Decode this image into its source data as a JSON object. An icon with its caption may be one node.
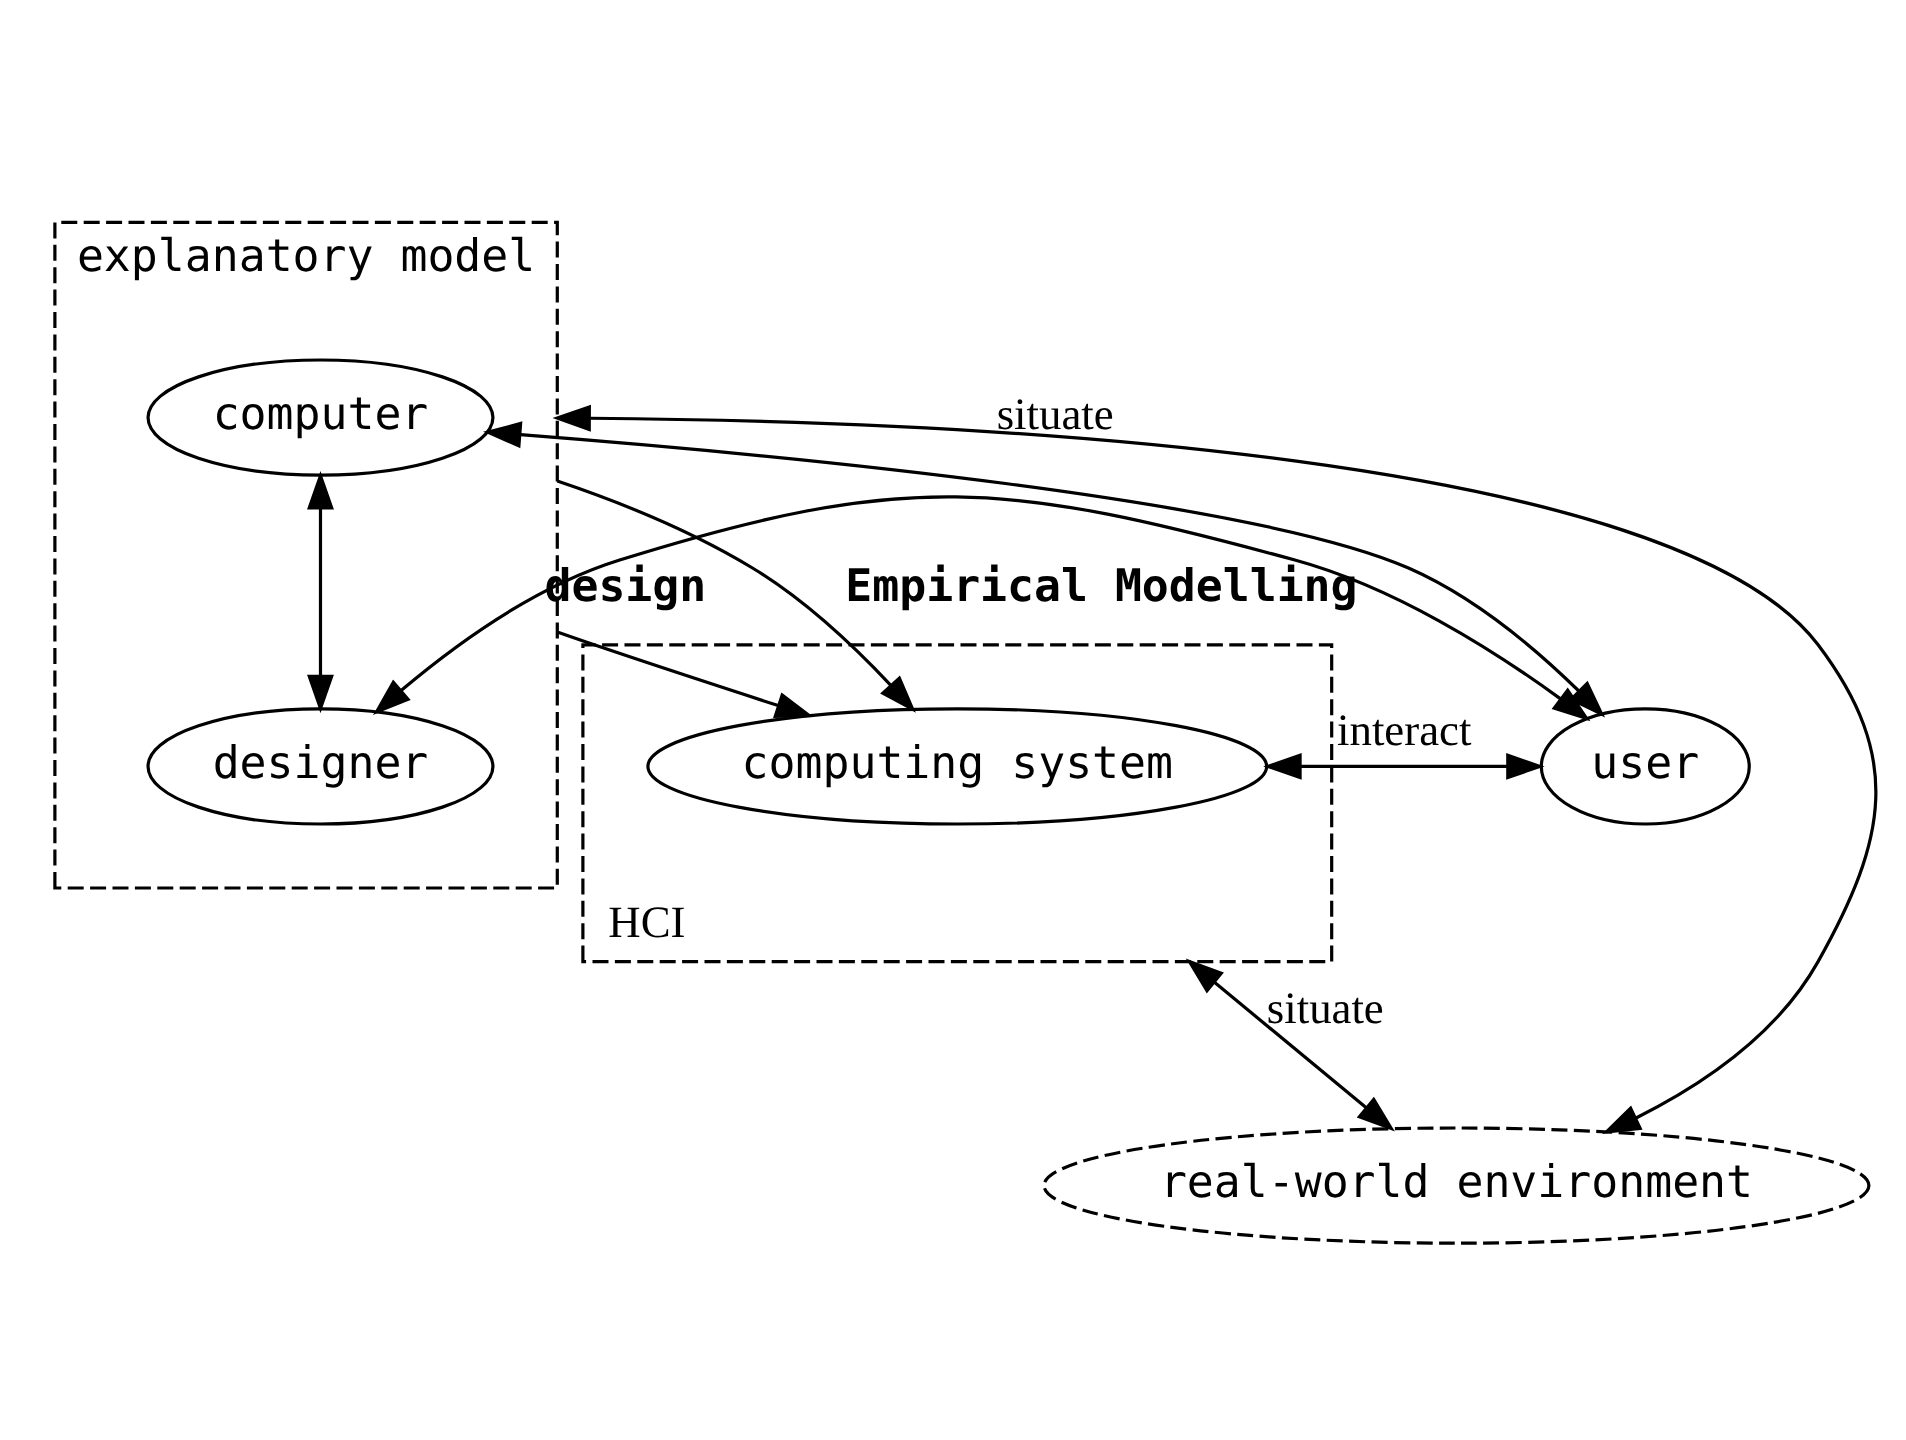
{
  "diagram": {
    "nodes": [
      {
        "text": [
          "explanatory model"
        ]
      },
      {
        "text": [
          "computer"
        ],
        "in": 0
      },
      {
        "text": [
          "HCI"
        ]
      },
      {
        "text": [
          "computing system"
        ],
        "in": 2
      },
      {
        "text": [
          "user"
        ]
      },
      {
        "text": [
          "designer"
        ],
        "in": 0
      },
      {
        "text": [
          "real-world environment"
        ]
      }
    ],
    "edges": [
      {
        "from": 0,
        "to": 3,
        "arrow": "to",
        "label": "design"
      },
      {
        "from": 0,
        "to": 3,
        "arrow": "to",
        "label": "Empirical Modelling"
      },
      {
        "from": 1,
        "to": 4,
        "arrow": "both"
      },
      {
        "from": 1,
        "to": 5,
        "arrow": "both"
      },
      {
        "from": 3,
        "to": 4,
        "arrow": "both",
        "label": "interact"
      },
      {
        "from": 4,
        "to": 5,
        "arrow": "both"
      },
      {
        "from": 2,
        "to": 6,
        "arrow": "both",
        "label": "situate"
      },
      {
        "from": 0,
        "to": 6,
        "arrow": "both",
        "label": "situate"
      }
    ]
  }
}
